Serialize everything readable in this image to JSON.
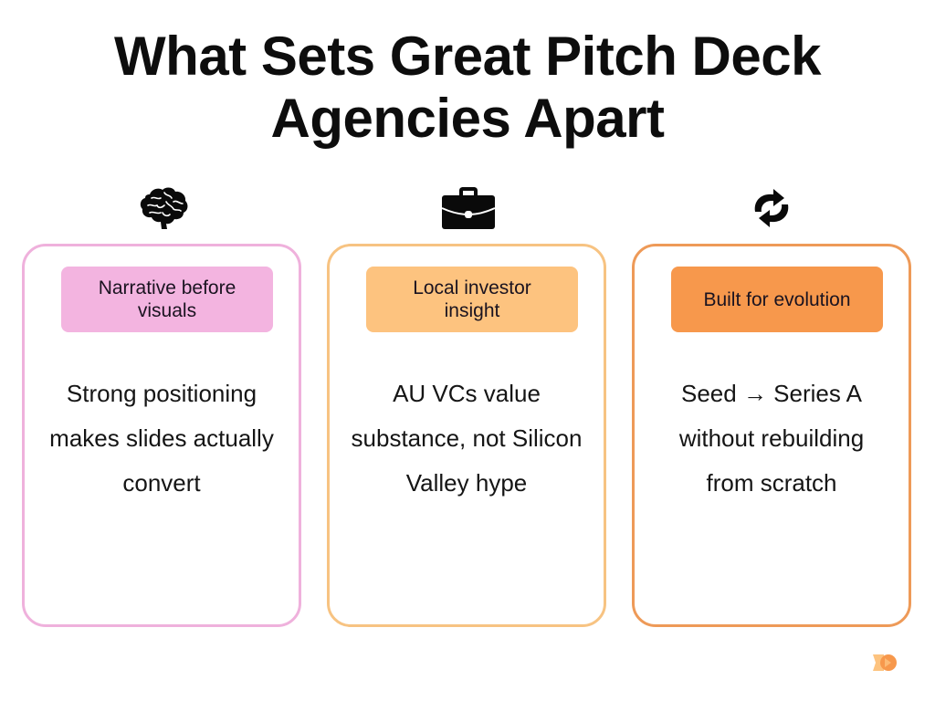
{
  "title": {
    "line1": "What Sets Great Pitch Deck",
    "line2": "Agencies Apart"
  },
  "columns": [
    {
      "icon": "brain-icon",
      "badge_label_line1": "Narrative before",
      "badge_label_line2": "visuals",
      "badge_color": "#f3b4e0",
      "border_color": "#efb1dc",
      "body_line1": "Strong positioning",
      "body_line2": "makes slides actually",
      "body_line3": "convert"
    },
    {
      "icon": "briefcase-icon",
      "badge_label_line1": "Local investor",
      "badge_label_line2": "insight",
      "badge_color": "#fdc37f",
      "border_color": "#f7c382",
      "body_line1": "AU VCs value",
      "body_line2": "substance, not Silicon",
      "body_line3": "Valley hype"
    },
    {
      "icon": "refresh-cycle-icon",
      "badge_label_line1": "Built for evolution",
      "badge_label_line2": "",
      "badge_color": "#f7984c",
      "border_color": "#ee9a58",
      "body_line1": "Seed → Series A",
      "body_line2": "without rebuilding",
      "body_line3": "from scratch"
    }
  ],
  "brand": {
    "logo": "brand-logo-icon",
    "colors": [
      "#fdc37f",
      "#f7984c"
    ]
  }
}
